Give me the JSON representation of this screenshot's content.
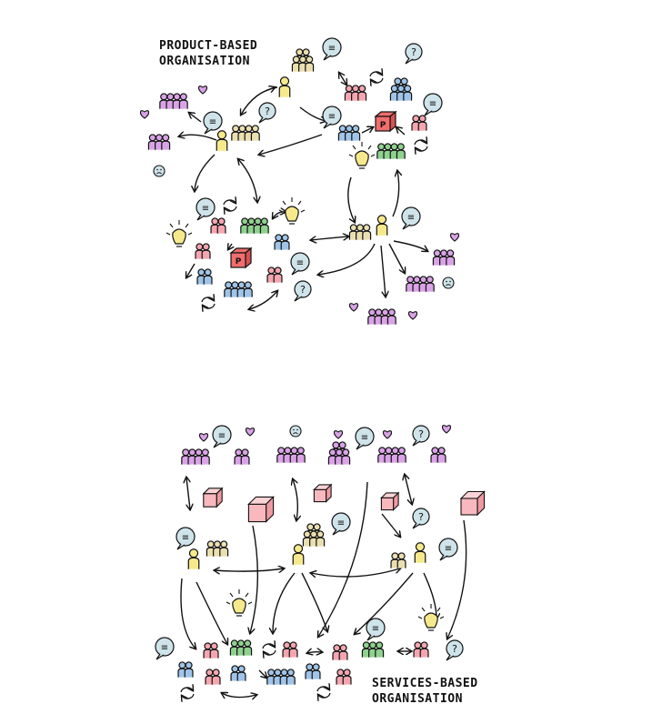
{
  "labels": {
    "product": [
      "PRODUCT-BASED",
      "ORGANISATION"
    ],
    "services": [
      "SERVICES-BASED",
      "ORGANISATION"
    ]
  },
  "icons": {
    "speech_glyph": "≡",
    "question_glyph": "?",
    "product_glyph": "P",
    "sad_glyph": "☹",
    "cycle_glyph": "↻"
  },
  "colors": {
    "ink": "#111111",
    "pink": "#f4a6b0",
    "purple": "#d9a3e6",
    "green": "#8fd18f",
    "blue": "#9fc4e8",
    "yellow": "#f6e98c",
    "beige": "#eadfb0",
    "lightblue": "#cfe4ea",
    "product_box": "#f26d6d",
    "box_light": "#f8b8bd"
  }
}
